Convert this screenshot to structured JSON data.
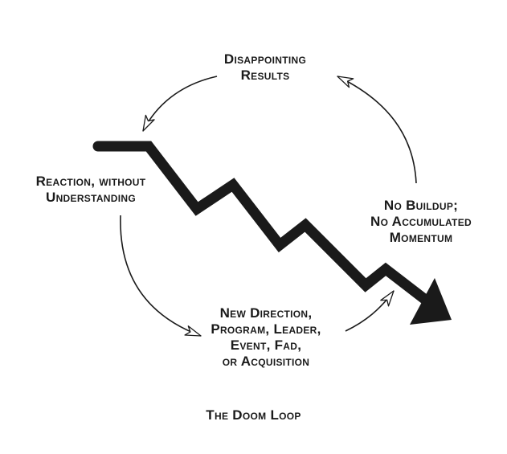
{
  "diagram": {
    "title": "The Doom Loop",
    "nodes": {
      "results": [
        "Disappointing",
        "Results"
      ],
      "reaction": [
        "Reaction, without",
        "Understanding"
      ],
      "direction": [
        "New Direction,",
        "Program, Leader,",
        "Event, Fad,",
        "or Acquisition"
      ],
      "buildup": [
        "No Buildup;",
        "No Accumulated",
        "Momentum"
      ]
    },
    "colors": {
      "ink": "#1a1a1a",
      "arrowhead_fill": "#ffffff"
    }
  }
}
